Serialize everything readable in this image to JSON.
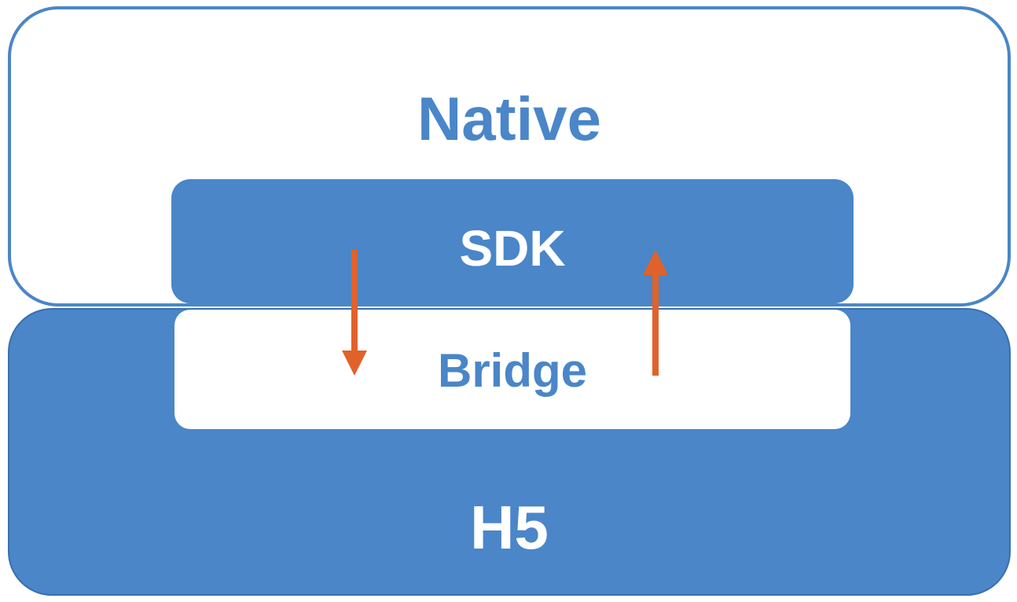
{
  "diagram": {
    "native_label": "Native",
    "sdk_label": "SDK",
    "bridge_label": "Bridge",
    "h5_label": "H5"
  },
  "colors": {
    "primary_blue": "#4a86c8",
    "arrow_orange": "#e0622a",
    "white": "#ffffff"
  }
}
